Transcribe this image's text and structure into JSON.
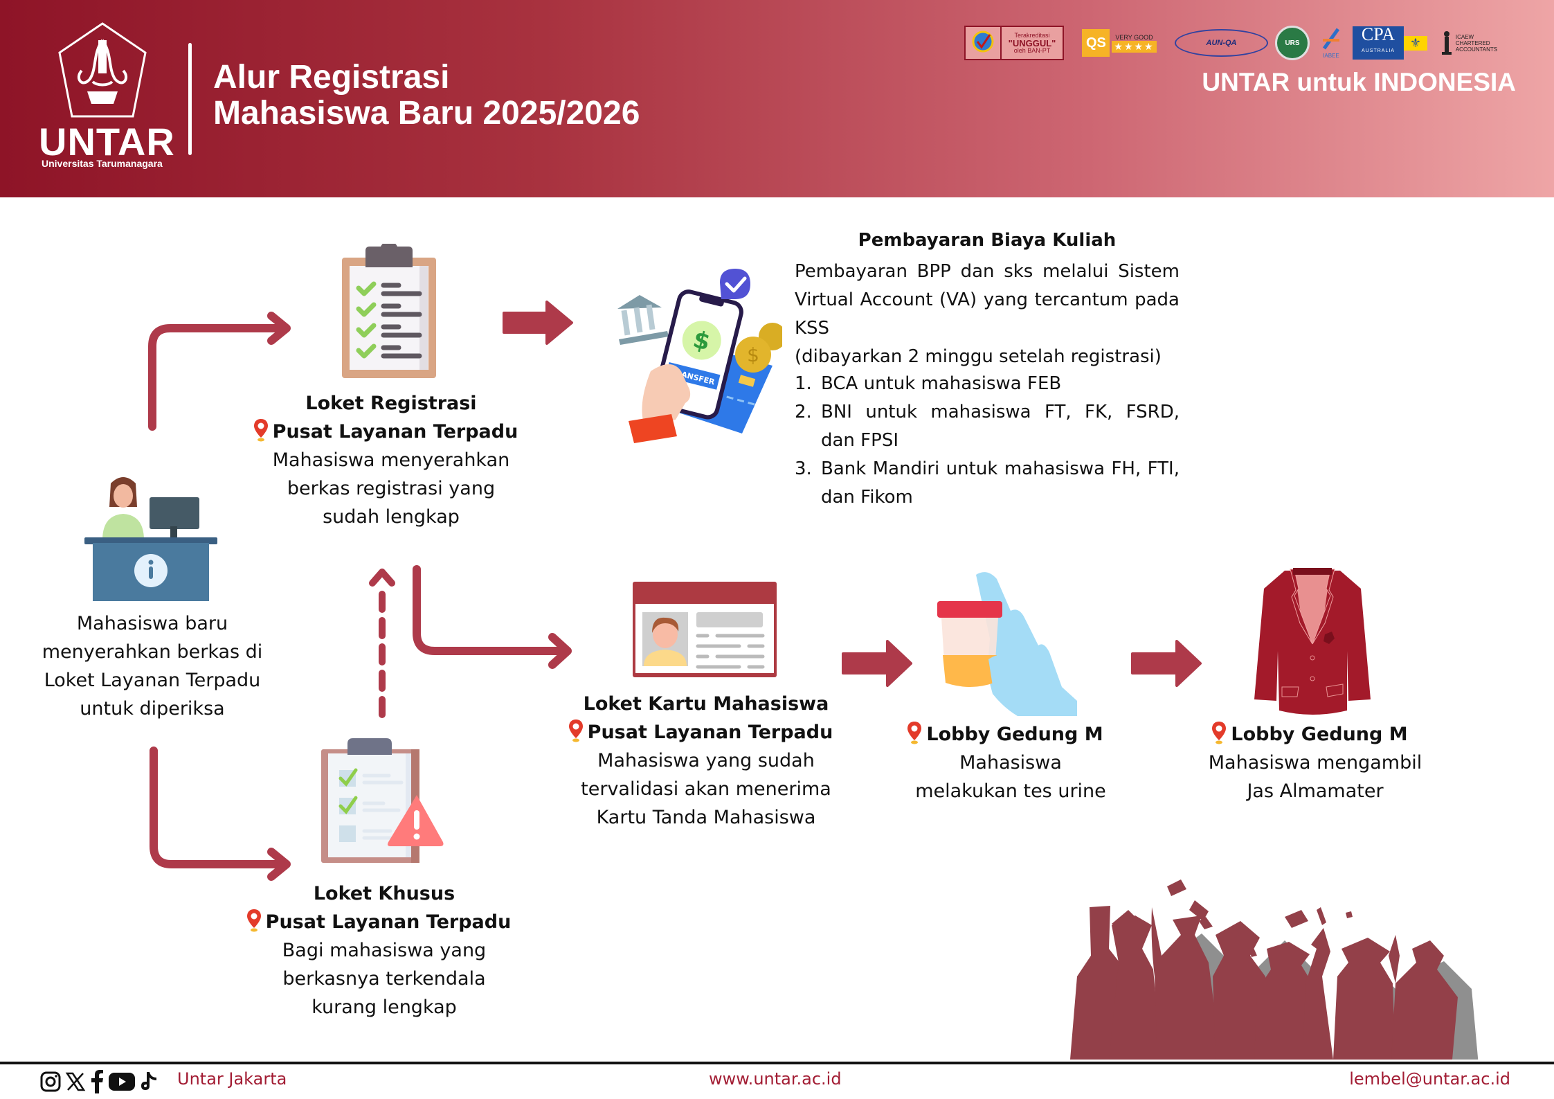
{
  "header": {
    "logo_word": "UNTAR",
    "logo_sub": "Universitas Tarumanagara",
    "title_line1": "Alur Registrasi",
    "title_line2": "Mahasiswa Baru 2025/2026",
    "tagline": "UNTAR untuk INDONESIA",
    "accreditations": {
      "banpt_top": "Terakreditasi",
      "banpt_main": "\"UNGGUL\"",
      "banpt_bottom": "oleh BAN-PT",
      "banpt_logo": "BAN-PT",
      "qs_logo": "QS",
      "qs_rating": "VERY GOOD",
      "qs_stars": "★★★★",
      "aun": "AUN-QA",
      "urs": "URS",
      "iabee": "IABEE",
      "cpa": "CPA",
      "cpa_sub": "AUSTRALIA",
      "icaew_1": "ICAEW",
      "icaew_2": "CHARTERED",
      "icaew_3": "ACCOUNTANTS"
    }
  },
  "colors": {
    "brand": "#8e1427",
    "arrow": "#ae3a4a",
    "pin": "#e33b2a",
    "footer_text": "#a21c33"
  },
  "steps": {
    "start": {
      "icon": "info-desk-icon",
      "lines": [
        "Mahasiswa baru",
        "menyerahkan berkas di",
        "Loket Layanan Terpadu",
        "untuk diperiksa"
      ]
    },
    "registration": {
      "icon": "checklist-clipboard-icon",
      "title": "Loket Registrasi",
      "location": "Pusat Layanan Terpadu",
      "lines": [
        "Mahasiswa menyerahkan",
        "berkas registrasi yang",
        "sudah lengkap"
      ]
    },
    "payment": {
      "icon": "mobile-payment-icon",
      "phone_button": "TRANSFER",
      "title": "Pembayaran Biaya Kuliah",
      "body": "Pembayaran BPP dan sks melalui Sistem Virtual Account (VA) yang tercantum pada KSS",
      "note": "(dibayarkan 2 minggu setelah registrasi)",
      "banks": [
        {
          "num": "1.",
          "text": "BCA untuk mahasiswa FEB"
        },
        {
          "num": "2.",
          "text": "BNI untuk mahasiswa FT, FK, FSRD, dan FPSI"
        },
        {
          "num": "3.",
          "text": "Bank Mandiri untuk mahasiswa FH, FTI, dan Fikom"
        }
      ]
    },
    "special": {
      "icon": "clipboard-warning-icon",
      "title": "Loket Khusus",
      "location": "Pusat Layanan Terpadu",
      "lines": [
        "Bagi mahasiswa yang",
        "berkasnya terkendala",
        "kurang lengkap"
      ]
    },
    "student_card": {
      "icon": "student-id-card-icon",
      "title": "Loket Kartu Mahasiswa",
      "location": "Pusat Layanan Terpadu",
      "lines": [
        "Mahasiswa yang sudah",
        "tervalidasi akan menerima",
        "Kartu Tanda Mahasiswa"
      ]
    },
    "urine_test": {
      "icon": "urine-sample-icon",
      "location": "Lobby Gedung M",
      "lines": [
        "Mahasiswa",
        "melakukan tes urine"
      ]
    },
    "almamater": {
      "icon": "jacket-icon",
      "location": "Lobby Gedung M",
      "lines": [
        "Mahasiswa mengambil",
        "Jas Almamater"
      ]
    }
  },
  "footer": {
    "social_handle": "Untar Jakarta",
    "website": "www.untar.ac.id",
    "email": "lembel@untar.ac.id",
    "social_icons": [
      "instagram-icon",
      "x-icon",
      "facebook-icon",
      "youtube-icon",
      "tiktok-icon"
    ]
  }
}
